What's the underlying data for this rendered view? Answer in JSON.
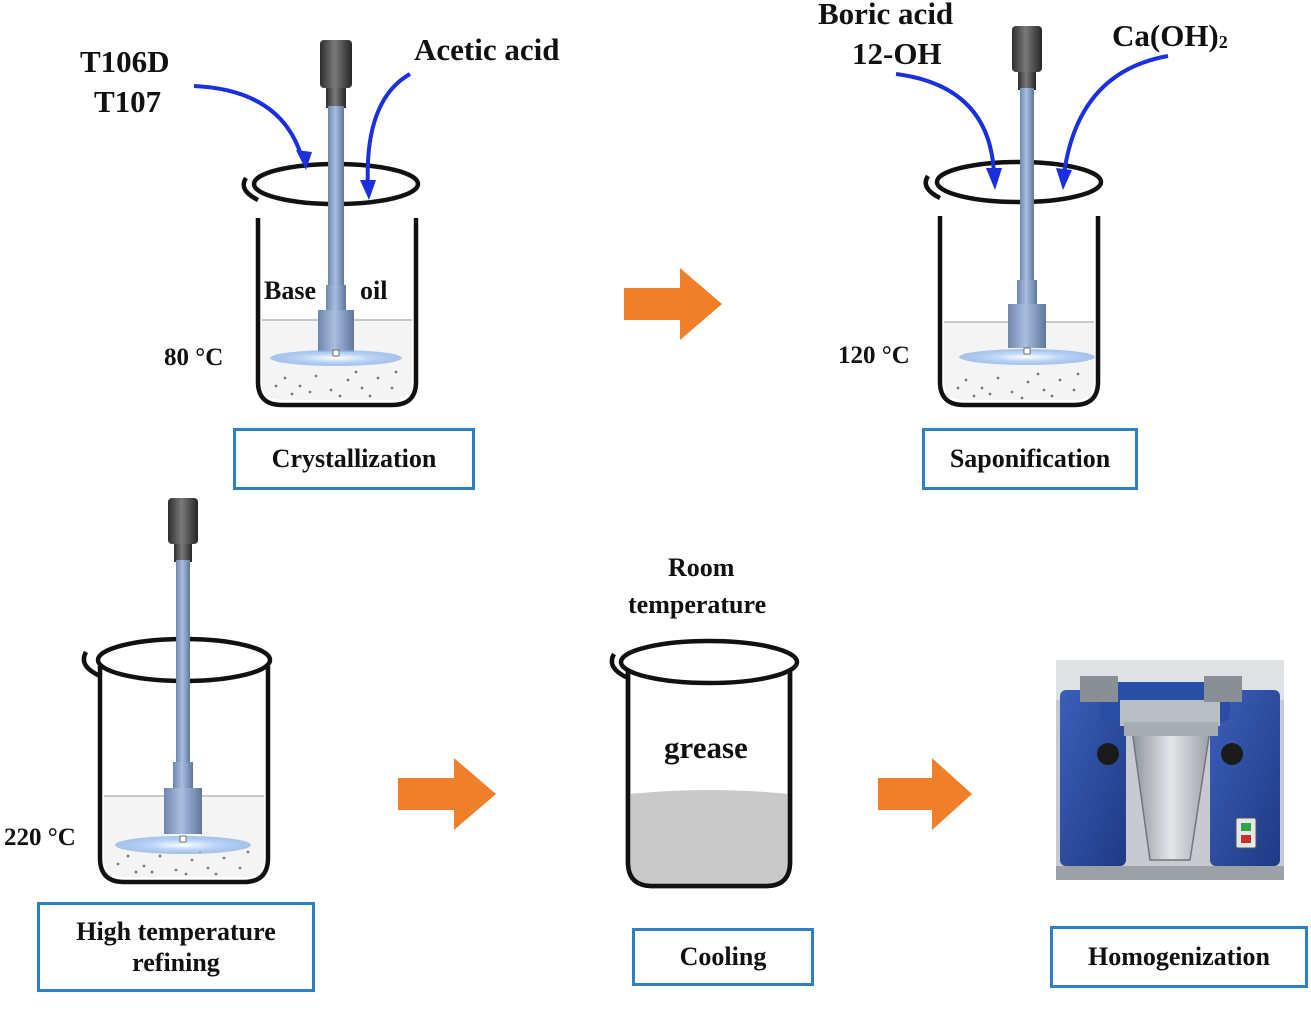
{
  "steps": {
    "crystallization": {
      "label": "Crystallization",
      "inputs_left": [
        "T106D",
        "T107"
      ],
      "input_right": "Acetic acid",
      "medium_left": "Base",
      "medium_right": "oil",
      "temperature": "80 °C"
    },
    "saponification": {
      "label": "Saponification",
      "inputs_left": [
        "Boric acid",
        "12-OH"
      ],
      "input_right": "Ca(OH)",
      "input_right_subscript": "2",
      "temperature": "120 °C"
    },
    "refining": {
      "label_lines": [
        "High temperature",
        "refining"
      ],
      "temperature": "220 °C"
    },
    "cooling": {
      "label": "Cooling",
      "condition_lines": [
        "Room",
        "temperature"
      ],
      "content": "grease"
    },
    "homogenization": {
      "label": "Homogenization",
      "image": "three-roll-mill-photo"
    }
  },
  "colors": {
    "box_border": "#2f7fc4",
    "feed_arrow": "#1a2fe0",
    "flow_arrow": "#f07f2a",
    "stirrer_shaft": "#8ea8cf",
    "impeller": "#a9c8f2",
    "grease_fill": "#c9c9c9"
  }
}
